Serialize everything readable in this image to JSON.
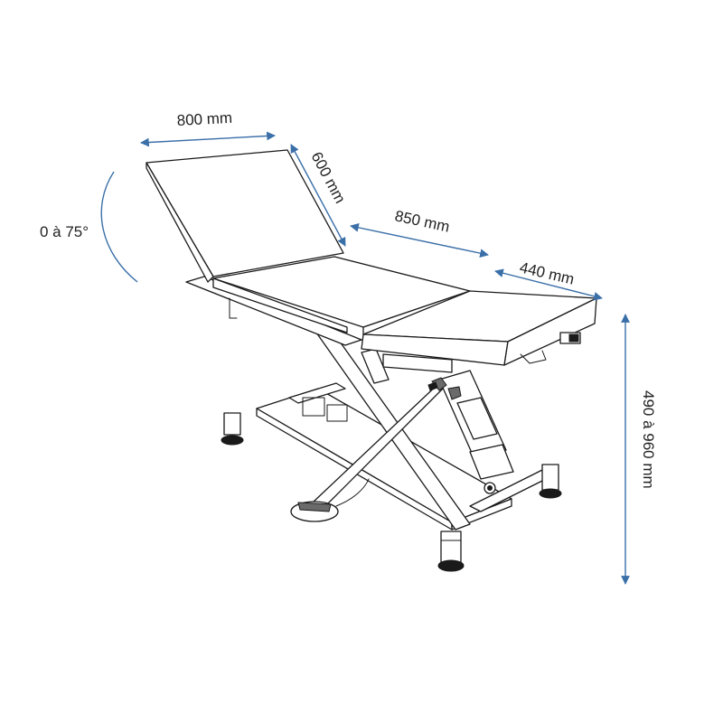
{
  "dimensions": {
    "width_top": "800 mm",
    "backrest_length": "600 mm",
    "seat_length": "850 mm",
    "leg_section_length": "440 mm",
    "height_range": "490 à 960 mm",
    "backrest_angle": "0 à 75°"
  },
  "colors": {
    "dimension_arrow": "#3a6fa8",
    "outline": "#1a1a1a"
  }
}
